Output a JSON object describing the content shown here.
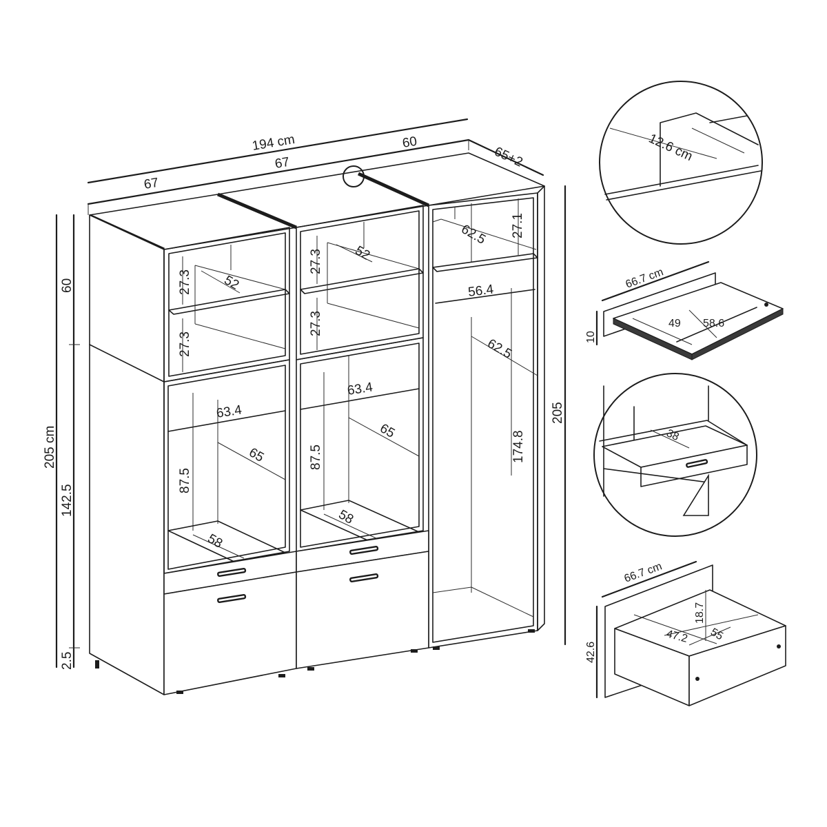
{
  "main_view": {
    "overall_width": "194 cm",
    "section_left_width": "67",
    "section_middle_width": "67",
    "section_right_width": "60",
    "depth": "65+2",
    "total_height_left": "205 cm",
    "total_height_right": "205",
    "upper_height": "60",
    "lower_height": "142.5",
    "plinth_height": "2.5",
    "left_section": {
      "shelf_upper_height": "27.3",
      "shelf_lower_height": "27.3",
      "shelf_upper_depth": "52",
      "rail_width": "63.4",
      "hanging_height": "87.5",
      "hanging_depth": "65",
      "bottom_depth": "58"
    },
    "middle_section": {
      "shelf_upper_height": "27.3",
      "shelf_lower_height": "27.3",
      "shelf_upper_depth": "52",
      "rail_width": "63.4",
      "hanging_height": "87.5",
      "hanging_depth": "65",
      "bottom_depth": "58"
    },
    "right_section": {
      "shelf_depth": "62.5",
      "shelf_height": "27.1",
      "rail_width": "56.4",
      "hanging_depth": "62.5",
      "hanging_height": "174.8"
    }
  },
  "detail_hinge_circle": {
    "label": "12.6 cm"
  },
  "detail_tray": {
    "width": "66.7 cm",
    "height": "10",
    "inner_depth": "49",
    "inner_width": "58.6"
  },
  "detail_drawer_circle": {
    "label": "38"
  },
  "detail_drawer": {
    "width": "66.7 cm",
    "height": "42.6",
    "inner_height": "18.7",
    "inner_depth": "47.2",
    "inner_width": "55"
  }
}
